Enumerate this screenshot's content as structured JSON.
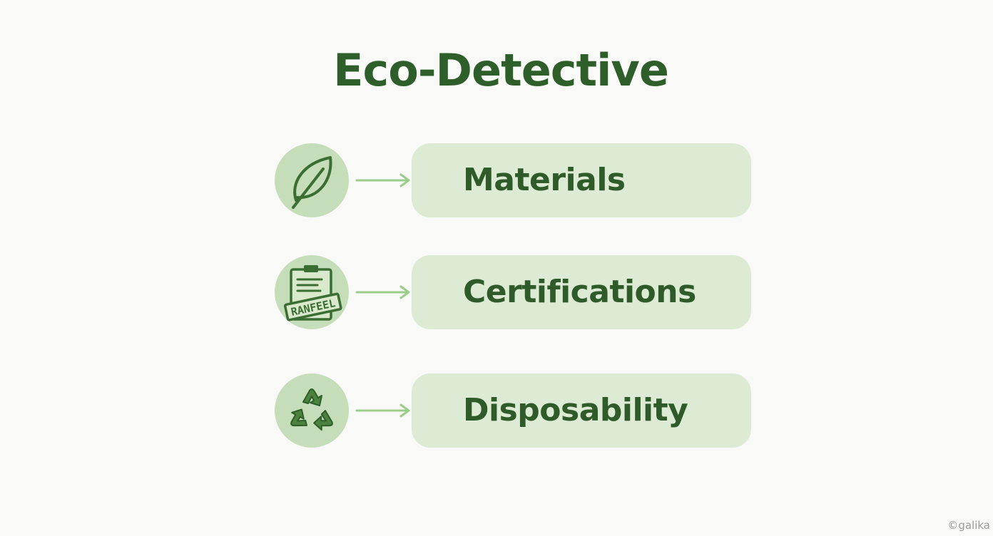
{
  "title": "Eco-Detective",
  "items": [
    {
      "label": "Materials",
      "icon": "leaf-icon"
    },
    {
      "label": "Certifications",
      "icon": "certificate-stamp-icon",
      "stamp_text": "RANFEEL"
    },
    {
      "label": "Disposability",
      "icon": "recycle-icon"
    }
  ],
  "watermark": "©galika",
  "colors": {
    "title": "#2e5e29",
    "icon_circle": "#c6ddb9",
    "pill": "#ddebd4",
    "arrow": "#9ccc8a",
    "label": "#2f5a2a",
    "background": "#f9faf8"
  }
}
